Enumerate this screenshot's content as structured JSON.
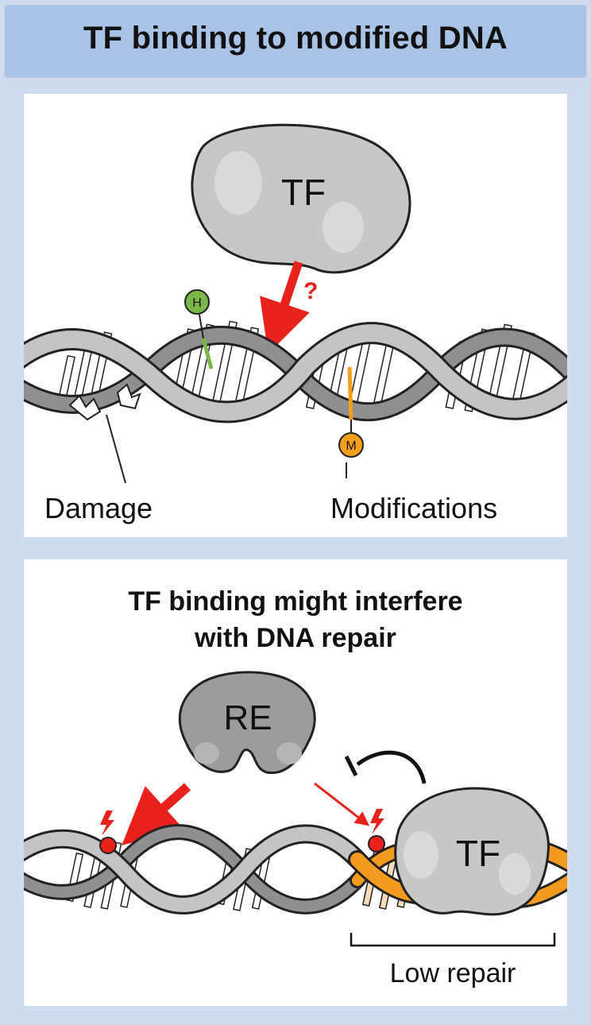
{
  "header": {
    "title": "TF binding to modified DNA"
  },
  "panel1": {
    "tf_label": "TF",
    "question_mark": "?",
    "histone_badge": "H",
    "methyl_badge": "M",
    "damage_label": "Damage",
    "modifications_label": "Modifications"
  },
  "panel2": {
    "subtitle_line1": "TF binding might interfere",
    "subtitle_line2": "with DNA repair",
    "re_label": "RE",
    "tf_label": "TF",
    "low_repair_label": "Low repair"
  },
  "colors": {
    "frame": "#cfdcef",
    "header": "#a9c3e6",
    "dna_strand": "#9c9c9c",
    "protein": "#c8c8c8",
    "arrow_red": "#e8211c",
    "histone_green": "#7ab648",
    "methyl_orange": "#f2a01c",
    "low_repair_orange": "#f39a1f"
  }
}
